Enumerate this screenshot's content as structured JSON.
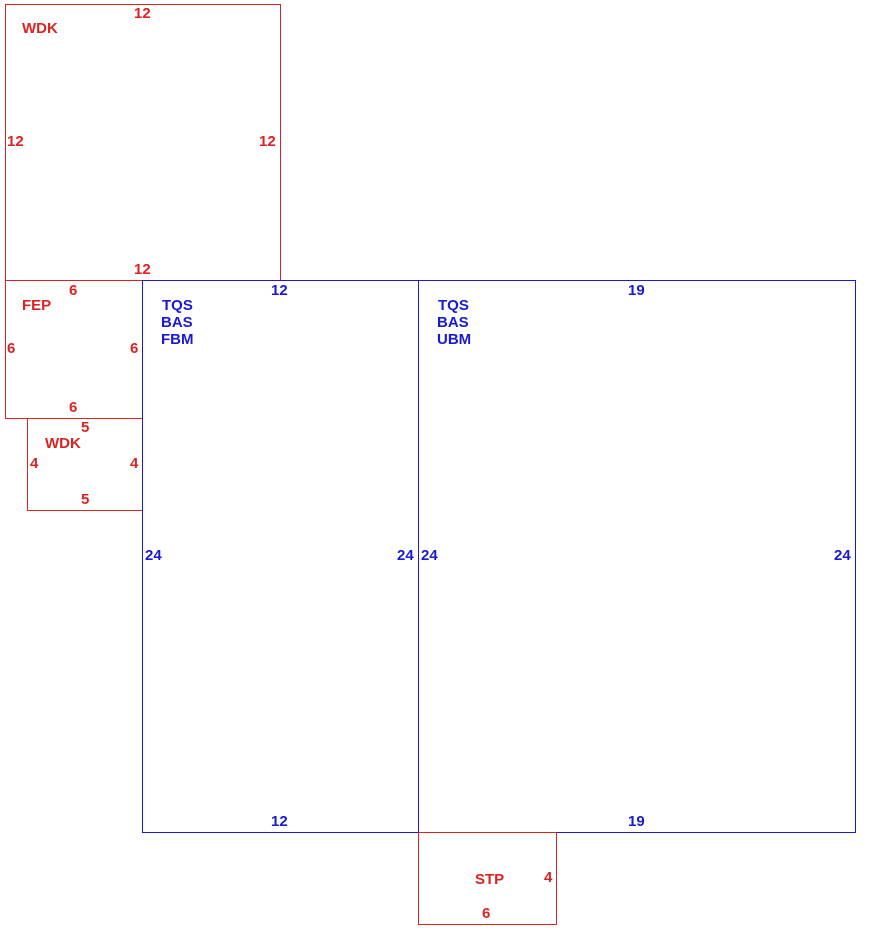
{
  "colors": {
    "addition": "#dd2222",
    "main_building": "#1a1ad6"
  },
  "areas": {
    "wdk_top": {
      "code": "WDK",
      "dims": {
        "top": "12",
        "left": "12",
        "right": "12",
        "bottom": "12"
      }
    },
    "fep": {
      "code": "FEP",
      "dims": {
        "top": "6",
        "left": "6",
        "right": "6",
        "bottom": "6"
      }
    },
    "wdk_small": {
      "code": "WDK",
      "dims": {
        "top": "5",
        "left": "4",
        "right": "4",
        "bottom": "5"
      }
    },
    "fbm": {
      "codes": [
        "TQS",
        "BAS",
        "FBM"
      ],
      "dims": {
        "top": "12",
        "left": "24",
        "right": "24",
        "bottom": "12"
      }
    },
    "ubm": {
      "codes": [
        "TQS",
        "BAS",
        "UBM"
      ],
      "dims": {
        "top": "19",
        "left": "24",
        "right": "24",
        "bottom": "19"
      }
    },
    "stp": {
      "code": "STP",
      "dims": {
        "right": "4",
        "bottom": "6"
      }
    }
  }
}
